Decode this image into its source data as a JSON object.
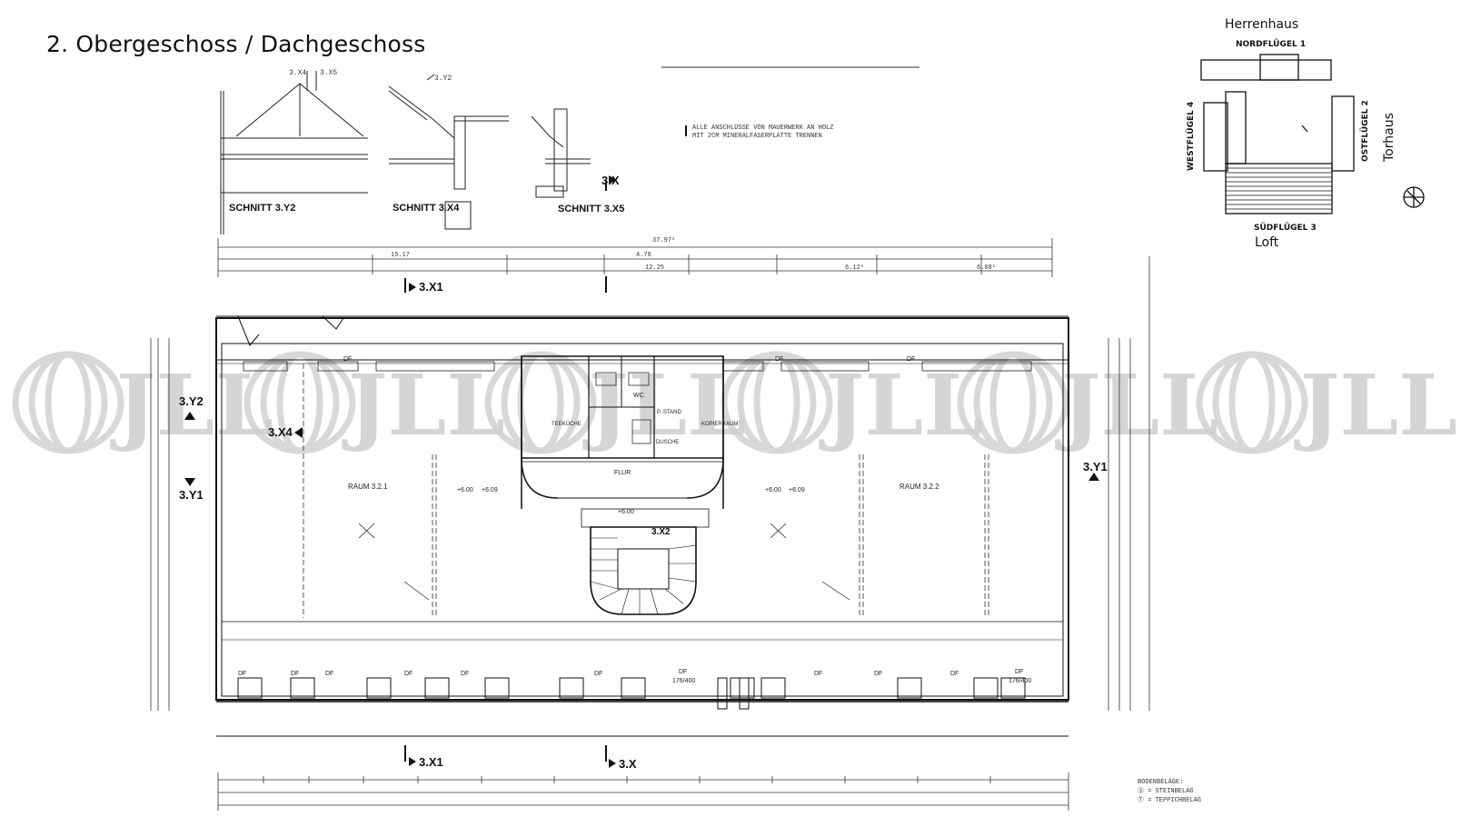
{
  "title": "2. Obergeschoss / Dachgeschoss",
  "keyplan": {
    "herrenhaus": "Herrenhaus",
    "nordfluegel": "NORDFLÜGEL 1",
    "ostfluegel": "OSTFLÜGEL 2",
    "suedfluegel": "SÜDFLÜGEL 3",
    "westfluegel": "WESTFLÜGEL 4",
    "loft": "Loft",
    "torhaus": "Torhaus"
  },
  "watermark": {
    "brand": "JLL"
  },
  "sections": {
    "schnitt_y2": "SCHNITT 3.Y2",
    "schnitt_x4": "SCHNITT 3.X4",
    "schnitt_x5": "SCHNITT 3.X5",
    "marker_x4": "3.X4",
    "marker_x5": "3.X5",
    "marker_y2_top": "3.Y2",
    "note_line1": "ALLE ANSCHLÜSSE VON MAUERWERK AN HOLZ",
    "note_line2": "MIT 2CM MINERALFASERPLATTE TRENNEN"
  },
  "markers": {
    "x_top": "3.X",
    "x1_top": "3.X1",
    "x1_bottom": "3.X1",
    "x_bottom": "3.X",
    "y2": "3.Y2",
    "x4": "3.X4",
    "y1_left": "3.Y1",
    "y1_right": "3.Y1",
    "x2": "3.X2"
  },
  "rooms": {
    "raum_321": "RAUM 3.2.1",
    "raum_322": "RAUM 3.2.2",
    "teekueche": "TEEKÜCHE",
    "kopierraum": "KOPIERRAUM",
    "flur": "FLUR",
    "wc": "WC",
    "stand": "P.-STAND",
    "dusche": "DUSCHE",
    "df": "DF",
    "df_size": "176/400"
  },
  "levels": {
    "l600": "+6.00",
    "l609": "+6.09"
  },
  "dimensions": {
    "overall": "37.97⁵",
    "d1": "15.17",
    "d2": "4.78",
    "d3": "12.25",
    "d4": "6.12⁵",
    "d5": "6.08⁵"
  },
  "legend": {
    "title": "BODENBELÄGE:",
    "stone": "Ⓢ = STEINBELAG",
    "carpet": "Ⓣ = TEPPICHBELAG"
  }
}
